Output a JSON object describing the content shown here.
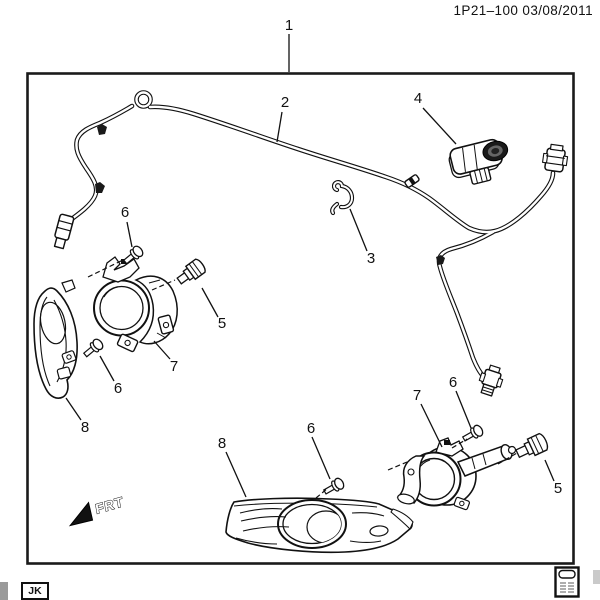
{
  "header": {
    "doc_ref": "1P21–100 03/08/2011"
  },
  "footer": {
    "page_code": "JK"
  },
  "icons": {
    "bottom_right": "print-icon"
  },
  "colors": {
    "line": "#111111",
    "background": "#ffffff",
    "edge_tab_gray": "#9a9a9a"
  },
  "diagram": {
    "frt_label": "FRT",
    "callouts": {
      "c1": "1",
      "c2": "2",
      "c3": "3",
      "c4": "4",
      "c5_left": "5",
      "c5_right": "5",
      "c6_left_upper": "6",
      "c6_left_lower": "6",
      "c6_bottom": "6",
      "c6_right": "6",
      "c7_left": "7",
      "c7_right": "7",
      "c8_left": "8",
      "c8_bottom": "8"
    }
  }
}
